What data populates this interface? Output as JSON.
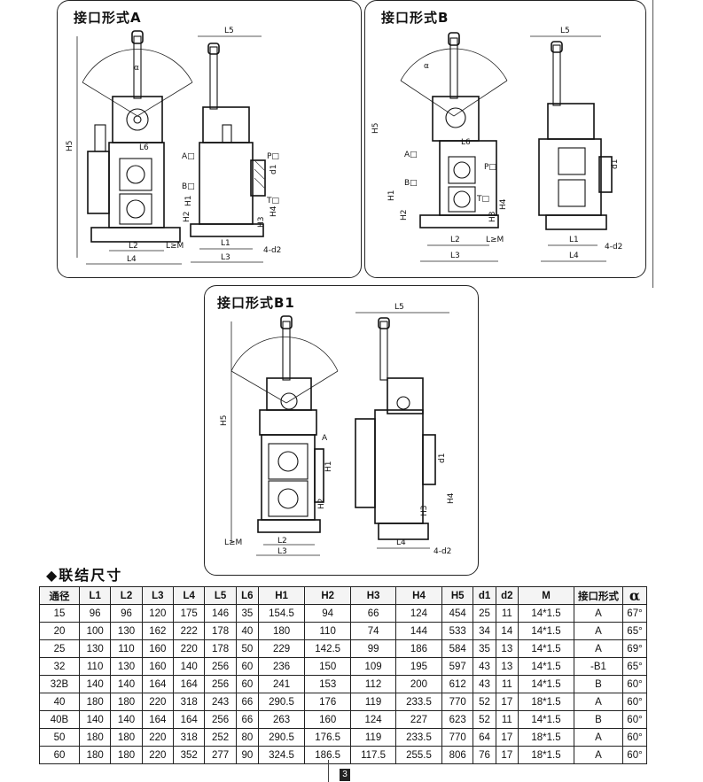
{
  "panels": {
    "a_title": "接口形式A",
    "b_title": "接口形式B",
    "b1_title": "接口形式B1"
  },
  "labels": {
    "L5": "L5",
    "L6": "L6",
    "L1": "L1",
    "L2": "L2",
    "L3": "L3",
    "L4": "L4",
    "H1": "H1",
    "H2": "H2",
    "H3": "H3",
    "H4": "H4",
    "H5": "H5",
    "A": "A□",
    "B": "B□",
    "P": "P□",
    "T": "T□",
    "d1": "d1",
    "d2": "4-d2",
    "LM": "L≥M",
    "alpha": "α",
    "A_plain": "A"
  },
  "section_title": "◆联结尺寸",
  "table": {
    "headers": [
      "通径",
      "L1",
      "L2",
      "L3",
      "L4",
      "L5",
      "L6",
      "H1",
      "H2",
      "H3",
      "H4",
      "H5",
      "d1",
      "d2",
      "M",
      "接口形式",
      "α"
    ],
    "rows": [
      [
        "15",
        "96",
        "96",
        "120",
        "175",
        "146",
        "35",
        "154.5",
        "94",
        "66",
        "124",
        "454",
        "25",
        "11",
        "14*1.5",
        "A",
        "67°"
      ],
      [
        "20",
        "100",
        "130",
        "162",
        "222",
        "178",
        "40",
        "180",
        "110",
        "74",
        "144",
        "533",
        "34",
        "14",
        "14*1.5",
        "A",
        "65°"
      ],
      [
        "25",
        "130",
        "110",
        "160",
        "220",
        "178",
        "50",
        "229",
        "142.5",
        "99",
        "186",
        "584",
        "35",
        "13",
        "14*1.5",
        "A",
        "69°"
      ],
      [
        "32",
        "110",
        "130",
        "160",
        "140",
        "256",
        "60",
        "236",
        "150",
        "109",
        "195",
        "597",
        "43",
        "13",
        "14*1.5",
        "-B1",
        "65°"
      ],
      [
        "32B",
        "140",
        "140",
        "164",
        "164",
        "256",
        "60",
        "241",
        "153",
        "112",
        "200",
        "612",
        "43",
        "11",
        "14*1.5",
        "B",
        "60°"
      ],
      [
        "40",
        "180",
        "180",
        "220",
        "318",
        "243",
        "66",
        "290.5",
        "176",
        "119",
        "233.5",
        "770",
        "52",
        "17",
        "18*1.5",
        "A",
        "60°"
      ],
      [
        "40B",
        "140",
        "140",
        "164",
        "164",
        "256",
        "66",
        "263",
        "160",
        "124",
        "227",
        "623",
        "52",
        "11",
        "14*1.5",
        "B",
        "60°"
      ],
      [
        "50",
        "180",
        "180",
        "220",
        "318",
        "252",
        "80",
        "290.5",
        "176.5",
        "119",
        "233.5",
        "770",
        "64",
        "17",
        "18*1.5",
        "A",
        "60°"
      ],
      [
        "60",
        "180",
        "180",
        "220",
        "352",
        "277",
        "90",
        "324.5",
        "186.5",
        "117.5",
        "255.5",
        "806",
        "76",
        "17",
        "18*1.5",
        "A",
        "60°"
      ]
    ]
  },
  "page_number": "3"
}
